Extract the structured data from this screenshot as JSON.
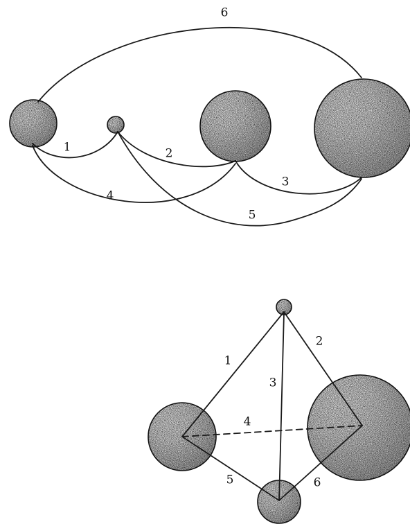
{
  "diagrams": [
    {
      "id": "top",
      "edges": [
        {
          "label": "1"
        },
        {
          "label": "2"
        },
        {
          "label": "3"
        },
        {
          "label": "4"
        },
        {
          "label": "5"
        },
        {
          "label": "6"
        }
      ]
    },
    {
      "id": "bottom",
      "edges": [
        {
          "label": "1"
        },
        {
          "label": "2"
        },
        {
          "label": "3"
        },
        {
          "label": "4"
        },
        {
          "label": "5"
        },
        {
          "label": "6"
        }
      ]
    }
  ]
}
